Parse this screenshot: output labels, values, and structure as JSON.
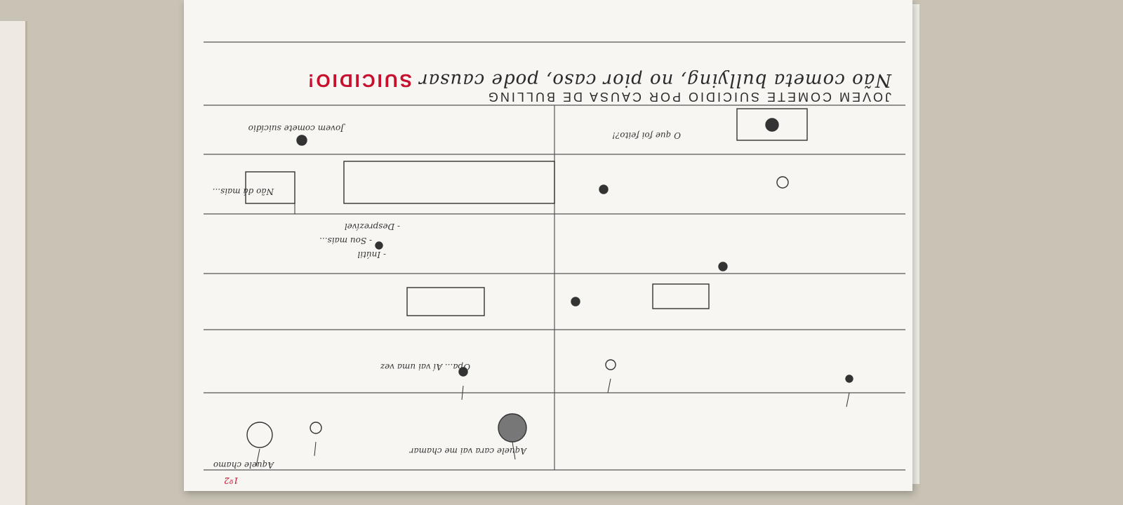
{
  "photo": {
    "subject": "hand-drawn storyboard on lined paper",
    "orientation": "upside-down",
    "colors": {
      "paper": "#f7f6f2",
      "pencil": "#2a2a2a",
      "red_accent": "#c8102e",
      "background": "#c9c3b6"
    }
  },
  "storyboard": {
    "title_line": "Não cometa bullying, no pior caso, pode causar",
    "title_red_word": "SUICIDIO!",
    "heading": "JOVEM COMETE SUICIDIO POR CAUSA DE BULLING",
    "captions": {
      "jovem_comete": "Jovem comete suicídio",
      "o_que_foi": "O que foi feito?!",
      "nao_da_mais": "Não dá mais...",
      "inutil": "- Inútil",
      "sou_mais": "- Sou mais...",
      "despresivel": "- Desprezível",
      "opa": "Opa... Aí vai uma vez",
      "aquele_cara": "Aquele cara vai me chamar",
      "aquele_chamo": "Aquele chamo",
      "page_number": "1º2"
    }
  }
}
